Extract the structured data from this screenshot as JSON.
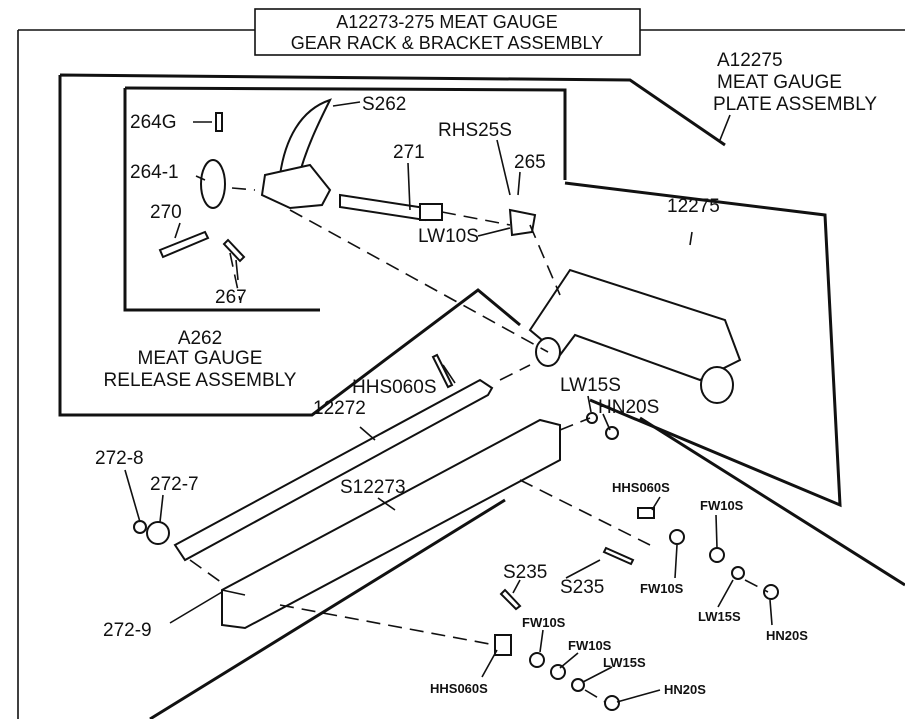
{
  "title": {
    "line1": "A12273-275 MEAT GAUGE",
    "line2": "GEAR RACK & BRACKET ASSEMBLY"
  },
  "plate_assembly": {
    "line1": "A12275",
    "line2": "MEAT GAUGE",
    "line3": "PLATE ASSEMBLY"
  },
  "release_assembly": {
    "line1": "A262",
    "line2": "MEAT GAUGE",
    "line3": "RELEASE ASSEMBLY"
  },
  "parts": {
    "p264g": "264G",
    "s262": "S262",
    "rhs25s": "RHS25S",
    "p271": "271",
    "p265": "265",
    "p264_1": "264-1",
    "p270": "270",
    "lw10s": "LW10S",
    "p267": "267",
    "p12275": "12275",
    "hhs060s_a": "HHS060S",
    "lw15s_a": "LW15S",
    "hn20s_a": "HN20S",
    "p12272": "12272",
    "p272_8": "272-8",
    "p272_7": "272-7",
    "s12273": "S12273",
    "hhs060s_b": "HHS060S",
    "fw10s_b": "FW10S",
    "fw10s_c": "FW10S",
    "s235_a": "S235",
    "s235_b": "S235",
    "lw15s_b": "LW15S",
    "hn20s_b": "HN20S",
    "p272_9": "272-9",
    "fw10s_d": "FW10S",
    "fw10s_e": "FW10S",
    "lw15s_c": "LW15S",
    "hhs060s_c": "HHS060S",
    "hn20s_c": "HN20S"
  }
}
